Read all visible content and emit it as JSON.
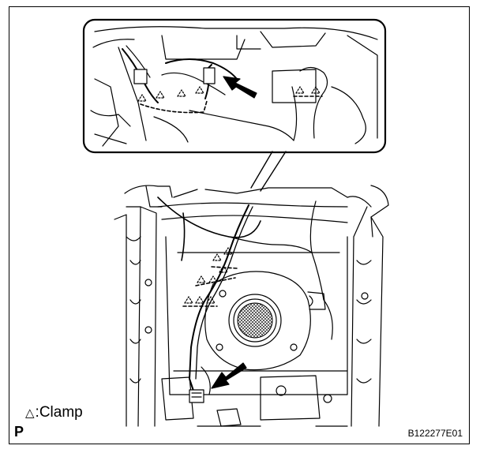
{
  "legend": {
    "symbol": "△",
    "label": ":Clamp"
  },
  "corner_label": "P",
  "figure_code": "B122277E01",
  "colors": {
    "line": "#000000",
    "background": "#ffffff",
    "arrow": "#000000"
  }
}
